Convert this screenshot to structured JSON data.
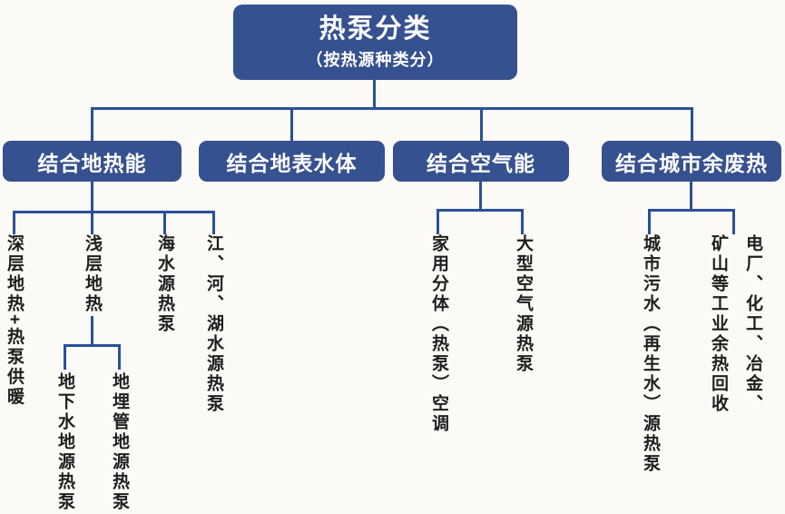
{
  "colors": {
    "box_fill": "#36518f",
    "box_text": "#ffffff",
    "connector_line": "#2a509a",
    "leaf_text": "#1e1e1e",
    "background": "#fcfaf6"
  },
  "tree": {
    "root": {
      "title": "热泵分类",
      "subtitle": "（按热源种类分）"
    },
    "branches": [
      {
        "label": "结合地热能",
        "children": [
          {
            "label": "深层地热+热泵供暖"
          },
          {
            "label": "浅层地热",
            "children": [
              {
                "label": "地下水地源热泵"
              },
              {
                "label": "地埋管地源热泵"
              }
            ]
          },
          {
            "label": "海水源热泵"
          },
          {
            "label": "江、河、湖水源热泵"
          }
        ]
      },
      {
        "label": "结合地表水体",
        "children": []
      },
      {
        "label": "结合空气能",
        "children": [
          {
            "label": "家用分体（热泵）空调"
          },
          {
            "label": "大型空气源热泵"
          }
        ]
      },
      {
        "label": "结合城市余废热",
        "children": [
          {
            "label": "城市污水（再生水）源热泵"
          },
          {
            "label": "电厂、化工、冶金、矿山等工业余热回收"
          }
        ]
      }
    ]
  }
}
